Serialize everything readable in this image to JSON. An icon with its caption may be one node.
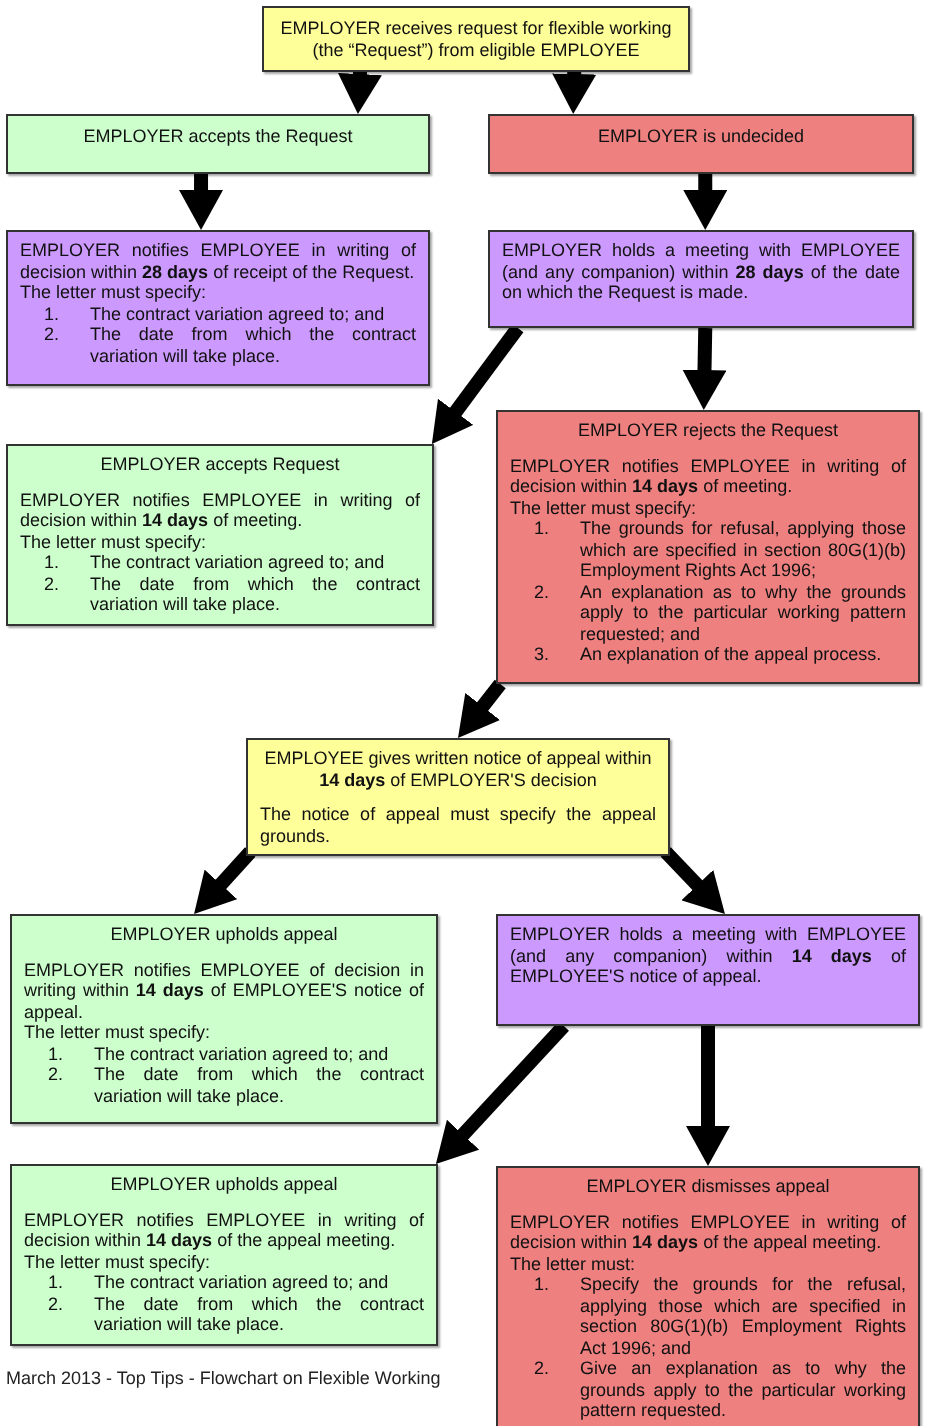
{
  "diagram": {
    "caption": "March 2013 - Top Tips - Flowchart on Flexible Working",
    "nodes": [
      {
        "text": [
          "EMPLOYER receives request for flexible working (the “Request”) from eligible EMPLOYEE"
        ]
      },
      {
        "text": [
          "EMPLOYER accepts the Request"
        ]
      },
      {
        "text": [
          "EMPLOYER is undecided"
        ]
      },
      {
        "text": [
          "EMPLOYER notifies EMPLOYEE in writing of decision within **28 days** of receipt of the Request.",
          "The letter must specify:",
          "1. The contract variation agreed to; and",
          "2. The date from which the contract variation will take place."
        ]
      },
      {
        "text": [
          "EMPLOYER holds a meeting with EMPLOYEE (and any companion) within **28 days** of the date on which the Request is made."
        ]
      },
      {
        "text": [
          "EMPLOYER accepts Request",
          "EMPLOYER notifies EMPLOYEE in writing of decision within **14 days** of meeting.",
          "The letter must specify:",
          "1. The contract variation agreed to; and",
          "2. The date from which the contract variation will take place."
        ]
      },
      {
        "text": [
          "EMPLOYER rejects the Request",
          "EMPLOYER notifies EMPLOYEE in writing of decision within **14 days** of meeting.",
          "The letter must specify:",
          "1. The grounds for refusal, applying those which are specified in section 80G(1)(b) Employment Rights Act 1996;",
          "2. An explanation as to why the grounds apply to the particular working pattern requested; and",
          "3. An explanation of the appeal process."
        ]
      },
      {
        "text": [
          "EMPLOYEE gives written notice of appeal within **14 days** of EMPLOYER'S decision",
          "The notice of appeal must specify the appeal grounds."
        ]
      },
      {
        "text": [
          "EMPLOYER upholds appeal",
          "EMPLOYER notifies EMPLOYEE of decision in writing within **14 days** of EMPLOYEE'S notice of appeal.",
          "The letter must specify:",
          "1. The contract variation agreed to; and",
          "2. The date from which the contract variation will take place."
        ]
      },
      {
        "text": [
          "EMPLOYER holds a meeting with EMPLOYEE (and any companion) within **14 days** of EMPLOYEE'S notice of appeal."
        ]
      },
      {
        "text": [
          "EMPLOYER upholds appeal",
          "EMPLOYER notifies EMPLOYEE in writing of decision within **14 days** of the appeal meeting.",
          "The letter must specify:",
          "1. The contract variation agreed to; and",
          "2. The date from which the contract variation will take place."
        ]
      },
      {
        "text": [
          "EMPLOYER dismisses appeal",
          "EMPLOYER notifies EMPLOYEE in writing of decision within **14 days** of the appeal meeting.",
          "The letter must:",
          "1. Specify the grounds for the refusal, applying those which are specified in section 80G(1)(b) Employment Rights Act 1996; and",
          "2. Give an explanation as to why the grounds apply to the particular working pattern requested."
        ]
      }
    ],
    "edges": [
      {
        "from": 0,
        "to": 1,
        "arrow": "to"
      },
      {
        "from": 0,
        "to": 2,
        "arrow": "to"
      },
      {
        "from": 1,
        "to": 3,
        "arrow": "to"
      },
      {
        "from": 2,
        "to": 4,
        "arrow": "to"
      },
      {
        "from": 4,
        "to": 5,
        "arrow": "to"
      },
      {
        "from": 4,
        "to": 6,
        "arrow": "to"
      },
      {
        "from": 6,
        "to": 7,
        "arrow": "to"
      },
      {
        "from": 7,
        "to": 8,
        "arrow": "to"
      },
      {
        "from": 7,
        "to": 9,
        "arrow": "to"
      },
      {
        "from": 9,
        "to": 10,
        "arrow": "to"
      },
      {
        "from": 9,
        "to": 11,
        "arrow": "to"
      }
    ]
  }
}
